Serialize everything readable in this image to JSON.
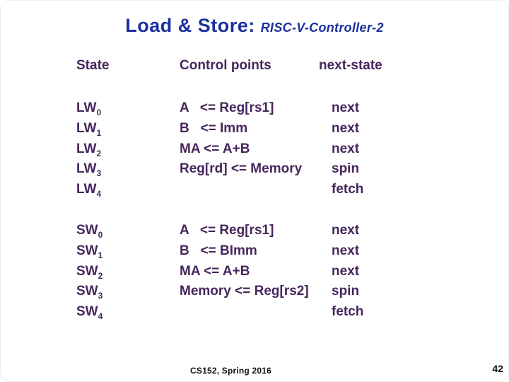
{
  "title": {
    "main": "Load & Store:",
    "sub": "RISC-V-Controller-2"
  },
  "colors": {
    "title_blue": "#1b309e",
    "body_purple": "#46265c",
    "footer_black": "#121212"
  },
  "table": {
    "headers": {
      "state": "State",
      "control": "Control points",
      "next": "next-state"
    },
    "groups": [
      {
        "name": "LW",
        "rows": [
          {
            "state": "LW",
            "sub": "0",
            "control": "A   <= Reg[rs1]",
            "next": "next"
          },
          {
            "state": "LW",
            "sub": "1",
            "control": "B   <= Imm",
            "next": "next"
          },
          {
            "state": "LW",
            "sub": "2",
            "control": "MA <= A+B",
            "next": "next"
          },
          {
            "state": "LW",
            "sub": "3",
            "control": "Reg[rd] <= Memory",
            "next": "spin"
          },
          {
            "state": "LW",
            "sub": "4",
            "control": "",
            "next": "fetch"
          }
        ]
      },
      {
        "name": "SW",
        "rows": [
          {
            "state": "SW",
            "sub": "0",
            "control": "A   <= Reg[rs1]",
            "next": "next"
          },
          {
            "state": "SW",
            "sub": "1",
            "control": "B   <= BImm",
            "next": "next"
          },
          {
            "state": "SW",
            "sub": "2",
            "control": "MA <= A+B",
            "next": "next"
          },
          {
            "state": "SW",
            "sub": "3",
            "control": "Memory <= Reg[rs2]",
            "next": "spin"
          },
          {
            "state": "SW",
            "sub": "4",
            "control": "",
            "next": "fetch"
          }
        ]
      }
    ]
  },
  "footer": {
    "course": "CS152, Spring 2016",
    "page": "42"
  }
}
